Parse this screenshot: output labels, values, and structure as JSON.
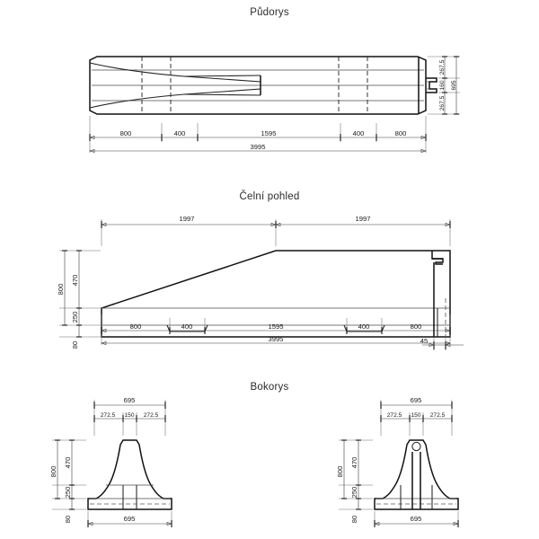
{
  "document": {
    "language": "cs",
    "kind": "technical-drawing",
    "line_color": "#111111",
    "dim_color": "#3a3a3a",
    "background": "#ffffff"
  },
  "views": [
    {
      "id": "plan",
      "title": "Půdorys",
      "dimensions": {
        "bottom_chain": [
          "800",
          "400",
          "1595",
          "400",
          "800"
        ],
        "bottom_total": "3995",
        "right_stack": [
          "267.5",
          "160",
          "267.5"
        ],
        "right_total": "695"
      }
    },
    {
      "id": "front",
      "title": "Čelní pohled",
      "dimensions": {
        "top_chain": [
          "1997",
          "1997"
        ],
        "left_total": "800",
        "left_stack": [
          "470",
          "250"
        ],
        "left_base": "80",
        "bottom_chain": [
          "800",
          "400",
          "1595",
          "400",
          "800"
        ],
        "bottom_total": "3995",
        "right_detail": "45"
      }
    },
    {
      "id": "side",
      "title": "Bokorys",
      "left_profile": {
        "top_total": "695",
        "top_chain": [
          "272.5",
          "150",
          "272.5"
        ],
        "height_total": "800",
        "height_stack": [
          "470",
          "250"
        ],
        "base_height": "80",
        "bottom_width": "695"
      },
      "right_profile": {
        "top_total": "695",
        "top_chain": [
          "272.5",
          "150",
          "272.5"
        ],
        "height_total": "800",
        "height_stack": [
          "470",
          "250"
        ],
        "base_height": "80",
        "bottom_width": "695"
      }
    }
  ]
}
